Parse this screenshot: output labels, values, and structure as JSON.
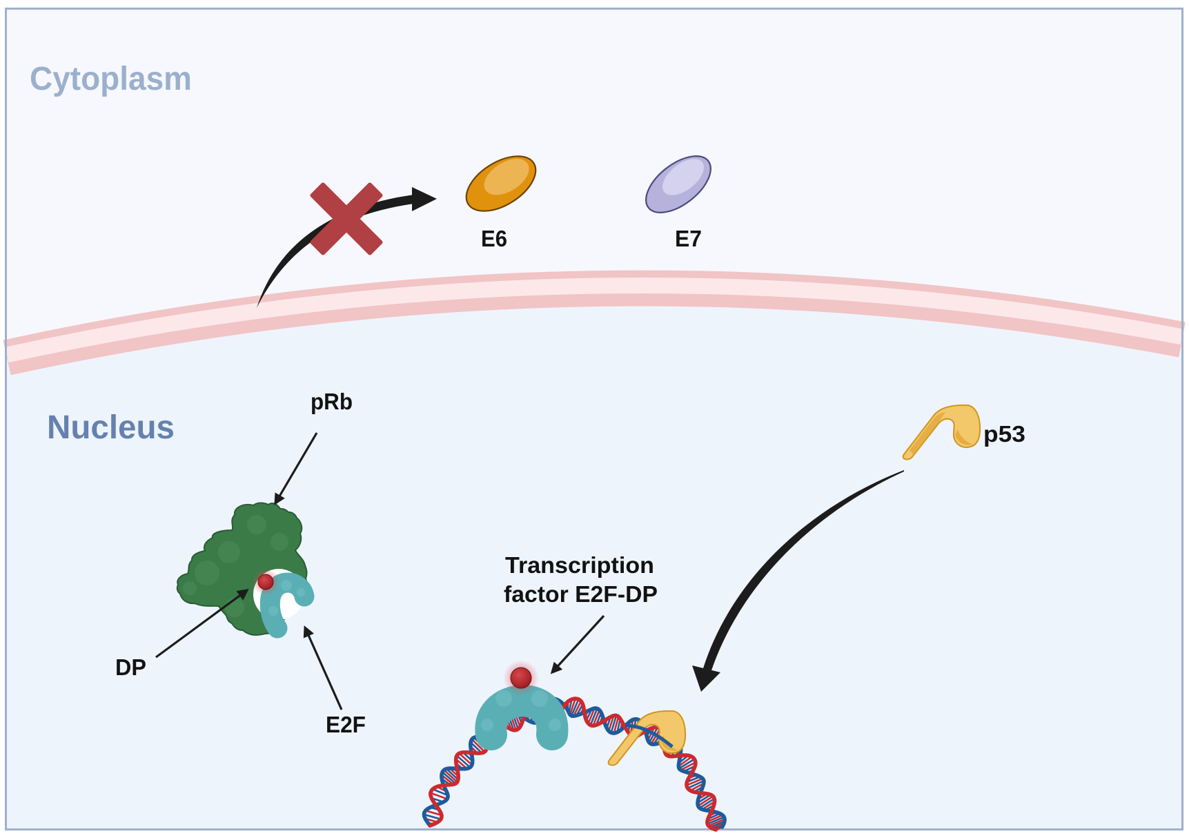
{
  "figure": {
    "regions": {
      "cytoplasm": "Cytoplasm",
      "nucleus": "Nucleus"
    },
    "cytoplasm": {
      "blocked_transport_mark": "x-mark",
      "proteins": [
        {
          "label": "E6",
          "icon": "oval-protein-orange-icon"
        },
        {
          "label": "E7",
          "icon": "oval-protein-lavender-icon"
        }
      ]
    },
    "nucleus": {
      "complex_labels": {
        "prb": "pRb",
        "dp": "DP",
        "e2f": "E2F"
      },
      "transcription_factor": {
        "line1": "Transcription",
        "line2": "factor E2F-DP"
      },
      "p53": "p53"
    },
    "colors": {
      "cytoplasm_bg": "#f6f8fd",
      "nucleus_bg": "#eef4fc",
      "membrane": "#f2c5c7",
      "cytoplasm_label": "#9bb0cc",
      "nucleus_label": "#6482ad",
      "x_mark": "#b04043",
      "e6": "#e0920c",
      "e7": "#b6b2dc",
      "prb": "#3b7b48",
      "e2f": "#5aafb5",
      "dp": "#b8232a",
      "p53": "#f2c86a",
      "dna_strand_a": "#cc2a2f",
      "dna_strand_b": "#1f5b9a"
    }
  }
}
